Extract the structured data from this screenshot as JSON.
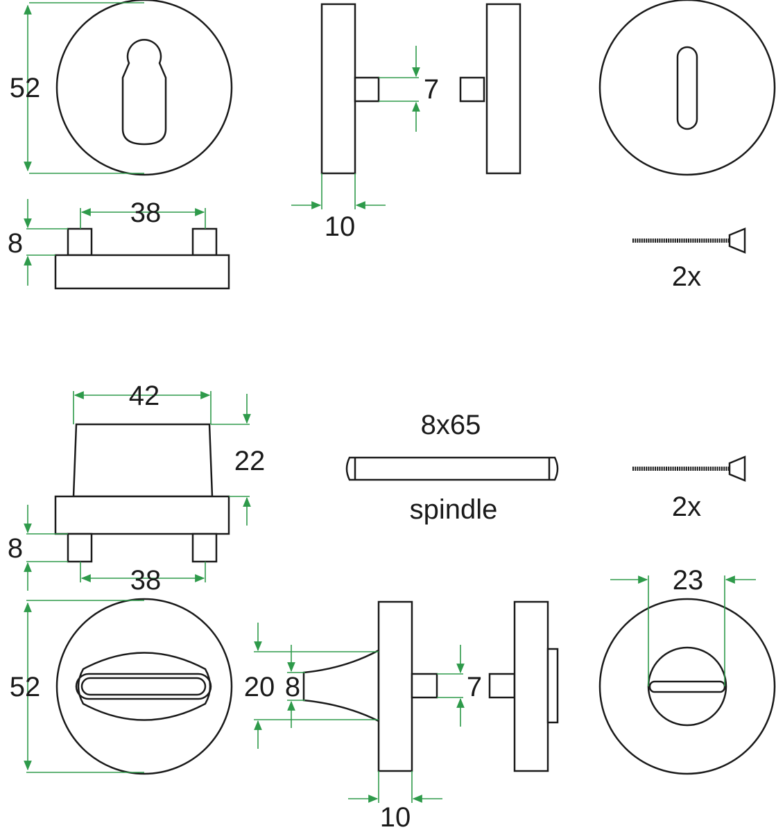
{
  "labels": {
    "rose_diameter_top": "52",
    "rose_height_top": "8",
    "pin_spacing_top": "38",
    "shaft_size_top": "7",
    "thickness_top": "10",
    "screw_qty_top": "2x",
    "turn_width": "42",
    "turn_height": "22",
    "rose_height_bottom": "8",
    "pin_spacing_bottom": "38",
    "spindle_size": "8x65",
    "spindle_name": "spindle",
    "screw_qty_bottom": "2x",
    "rose_diameter_bottom": "52",
    "knob_outer": "20",
    "knob_inner": "8",
    "shaft_size_bottom": "7",
    "thickness_bottom": "10",
    "release_slot": "23"
  },
  "colors": {
    "line": "#1a1a1a",
    "dimension": "#2e9a4a"
  }
}
